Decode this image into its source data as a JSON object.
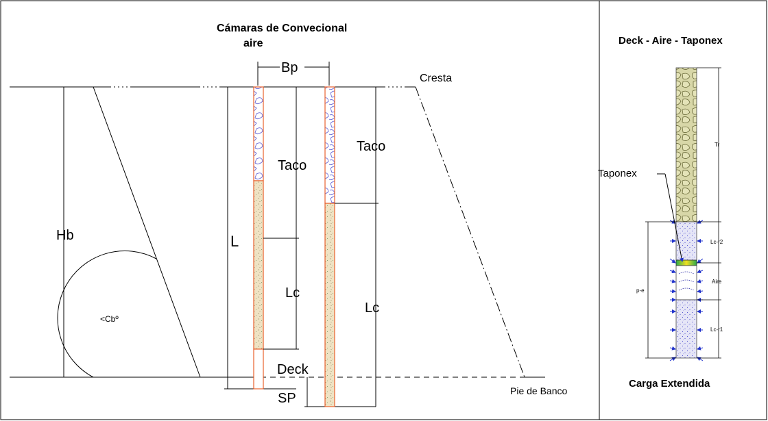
{
  "left_panel": {
    "title_line1": "Cámaras de Convecional",
    "title_line2": "aire",
    "labels": {
      "bp": "Bp",
      "cresta": "Cresta",
      "taco_a": "Taco",
      "taco_b": "Taco",
      "hb": "Hb",
      "l": "L",
      "lc_a": "Lc",
      "lc_b": "Lc",
      "angle": "<Cbº",
      "deck": "Deck",
      "sp": "SP",
      "pie_de_banco": "Pie de Banco"
    }
  },
  "right_panel": {
    "title": "Deck - Aire - Taponex",
    "subtitle": "Carga Extendida",
    "labels": {
      "taponex": "Taponex",
      "tr": "Tr",
      "lc_r2": "Lc-r2",
      "aire": "Aire",
      "p_e": "p-e",
      "lc_r1": "Lc-r1"
    }
  },
  "colors": {
    "hole_outline": "#e8602c",
    "stemming_pattern": "#6b6bd6",
    "explosive_fill": "#e6d6b0",
    "arrow": "#2233cc"
  }
}
